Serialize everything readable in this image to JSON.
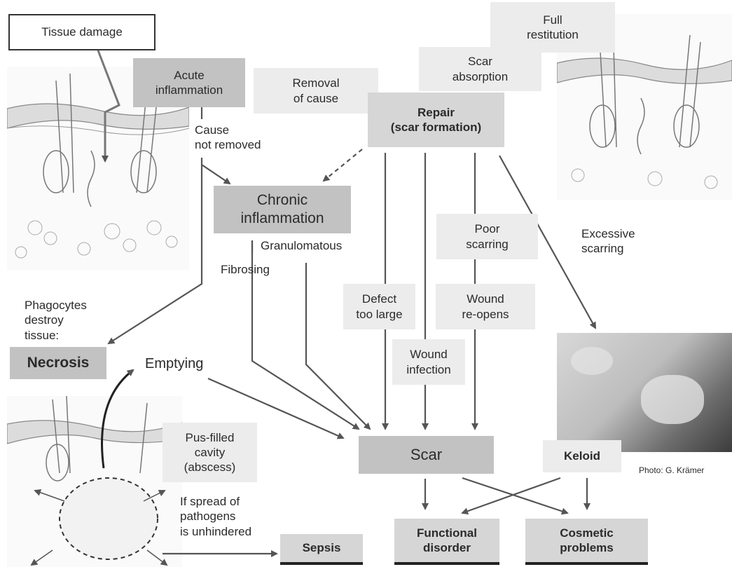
{
  "labels": {
    "tissue_damage": "Tissue damage",
    "acute_inflammation": "Acute\ninflammation",
    "removal_of_cause": "Removal\nof cause",
    "scar_absorption": "Scar\nabsorption",
    "full_restitution": "Full\nrestitution",
    "repair": "Repair\n(scar formation)",
    "cause_not_removed": "Cause\nnot removed",
    "chronic_inflammation": "Chronic\ninflammation",
    "granulomatous": "Granulomatous",
    "fibrosing": "Fibrosing",
    "poor_scarring": "Poor\nscarring",
    "excessive_scarring": "Excessive\nscarring",
    "defect_too_large": "Defect\ntoo large",
    "wound_reopens": "Wound\nre-opens",
    "phagocytes": "Phagocytes\ndestroy\ntissue:",
    "necrosis": "Necrosis",
    "emptying": "Emptying",
    "wound_infection": "Wound\ninfection",
    "pus_filled": "Pus-filled\ncavity\n(abscess)",
    "scar": "Scar",
    "keloid": "Keloid",
    "photo_credit": "Photo: G. Krämer",
    "spread": "If spread of\npathogens\nis unhindered",
    "sepsis": "Sepsis",
    "functional_disorder": "Functional\ndisorder",
    "cosmetic_problems": "Cosmetic\nproblems"
  },
  "colors": {
    "box_light": "#ececec",
    "box_mid": "#d6d6d6",
    "box_dark": "#c2c2c2",
    "arrow": "#555555",
    "text": "#2b2b2b"
  },
  "icons": {
    "tissue_illustration": "skin-cross-section-icon",
    "abscess_illustration": "abscess-cross-section-icon",
    "restitution_illustration": "healthy-skin-icon",
    "keloid_photo": "keloid-photo"
  }
}
